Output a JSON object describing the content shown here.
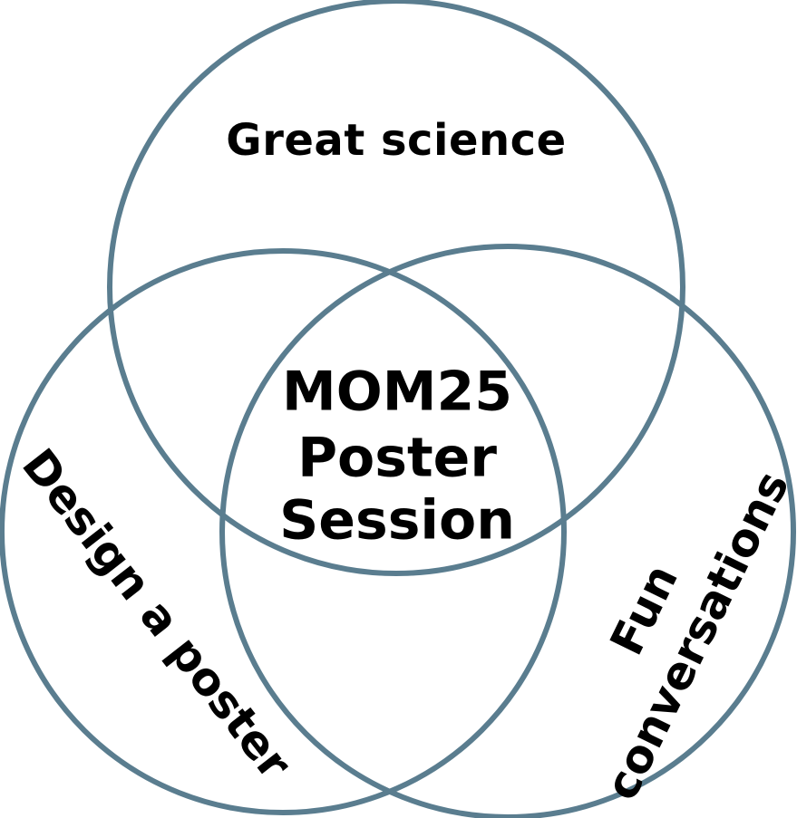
{
  "diagram": {
    "colors": {
      "circle_stroke": "#5a7d8f",
      "text": "#000000",
      "background": "#ffffff"
    },
    "circles": [
      {
        "label": "Great science"
      },
      {
        "label": "Design a poster"
      },
      {
        "label_lines": [
          "Fun",
          "conversations"
        ]
      }
    ],
    "center": {
      "lines": [
        "MOM25",
        "Poster",
        "Session"
      ]
    }
  }
}
